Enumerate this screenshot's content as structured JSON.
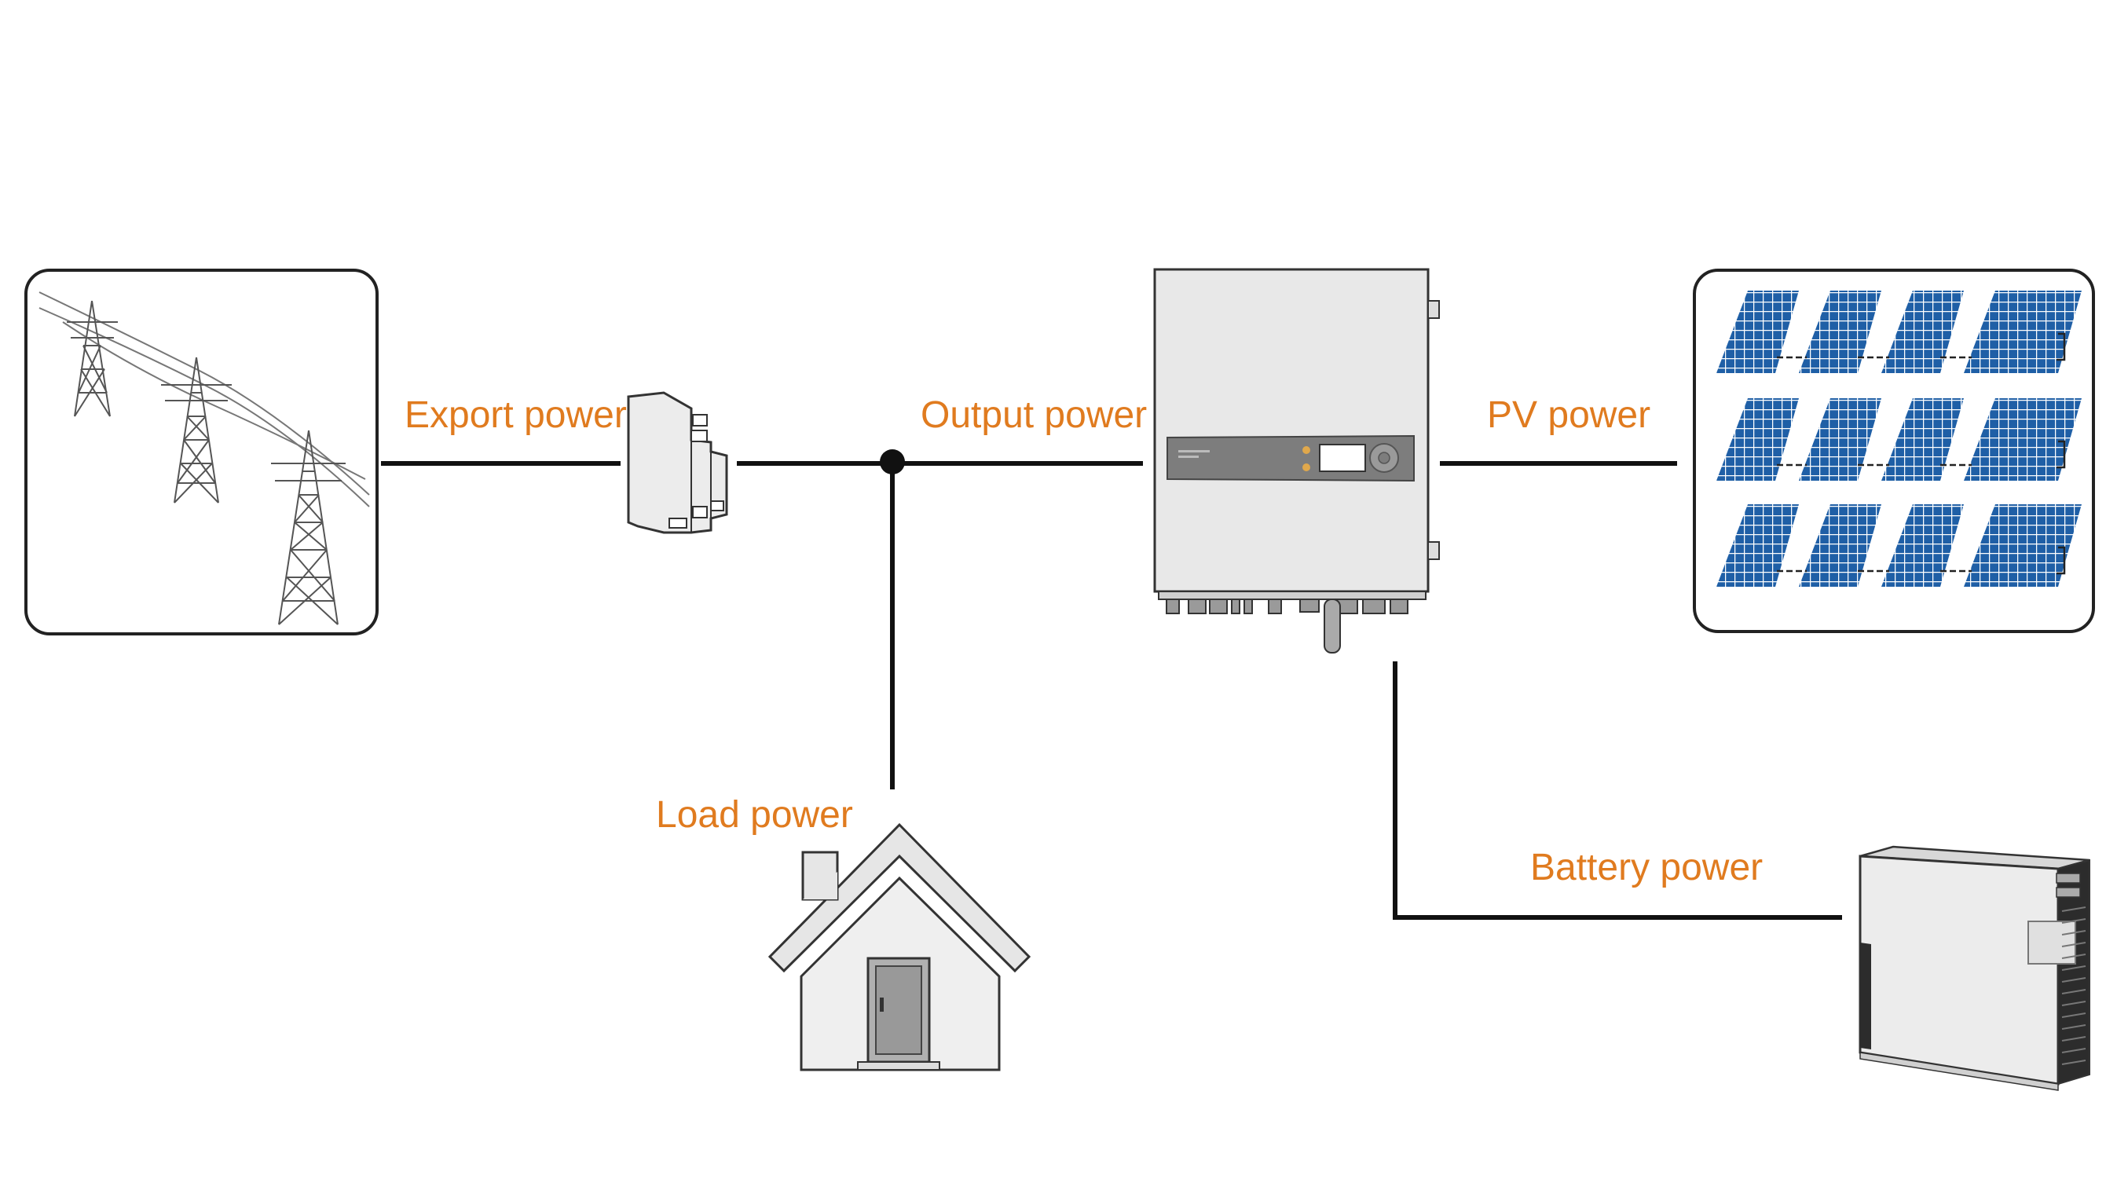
{
  "colors": {
    "label": "#e07b1f",
    "wire": "#111111",
    "panel": "#1f5fa6",
    "device": "#e9e9e9",
    "outline": "#333333"
  },
  "labels": {
    "export_power": "Export power",
    "output_power": "Output power",
    "pv_power": "PV power",
    "load_power": "Load power",
    "battery_power": "Battery power"
  },
  "nodes": [
    {
      "id": "grid",
      "icon": "power-grid-towers-icon"
    },
    {
      "id": "meter",
      "icon": "energy-meter-icon"
    },
    {
      "id": "inverter",
      "icon": "hybrid-inverter-icon"
    },
    {
      "id": "pv",
      "icon": "solar-panel-array-icon"
    },
    {
      "id": "load",
      "icon": "house-icon"
    },
    {
      "id": "battery",
      "icon": "battery-pack-icon"
    }
  ]
}
